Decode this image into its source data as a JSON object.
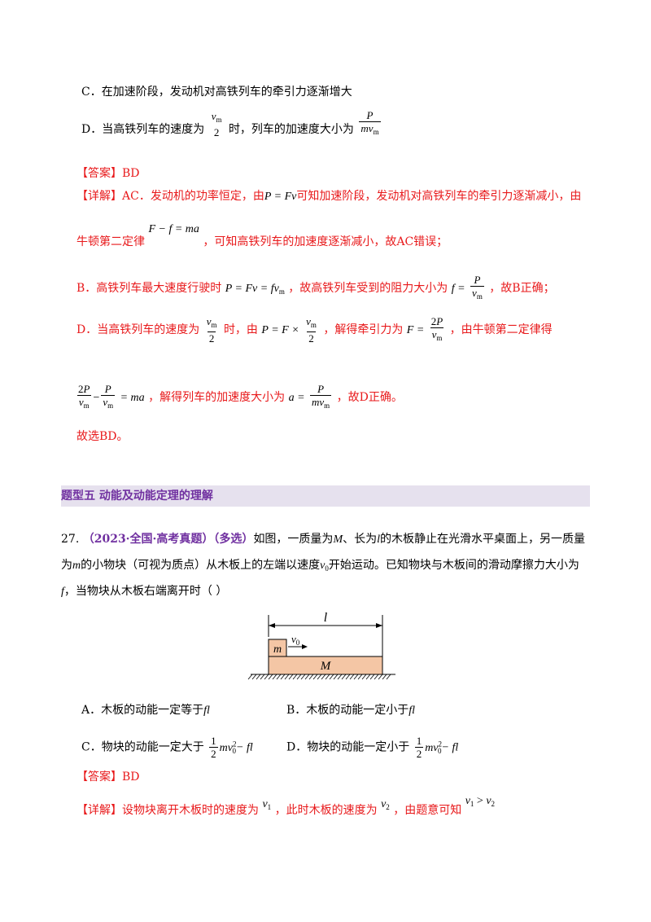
{
  "option_c": {
    "label": "C．",
    "text": "在加速阶段，发动机对高铁列车的牵引力逐渐增大"
  },
  "option_d": {
    "label": "D．",
    "text1": "当高铁列车的速度为",
    "text2": "时，列车的加速度大小为",
    "frac1_num": "v",
    "frac1_num_sub": "m",
    "frac1_den": "2",
    "frac2_num": "P",
    "frac2_den": "mv",
    "frac2_den_sub": "m"
  },
  "answer1": "【答案】BD",
  "detail1": {
    "prefix": "【详解】AC．发动机的功率恒定，由",
    "eq": "P = Fv",
    "suffix": "可知加速阶段，发动机对高铁列车的牵引力逐渐减小，由"
  },
  "detail2": {
    "prefix": "牛顿第二定律",
    "eq": "F − f = ma",
    "suffix": "，可知高铁列车的加速度逐渐减小，故AC错误；"
  },
  "detail3": {
    "prefix": "B．高铁列车最大速度行驶时",
    "eq": "P = Fv = fv",
    "eq_sub": "m",
    "mid": "，故高铁列车受到的阻力大小为",
    "eq2": "f =",
    "suffix": "，故B正确；"
  },
  "detail4": {
    "prefix": "D．当高铁列车的速度为",
    "mid1": "时，由",
    "eq": "P = F ×",
    "mid2": "，解得牵引力为",
    "eq2": "F =",
    "suffix": "，由牛顿第二定律得"
  },
  "detail5": {
    "eq_tail": "= ma",
    "mid": "，解得列车的加速度大小为",
    "eq2": "a =",
    "suffix": "，故D正确。"
  },
  "conclusion": "故选BD。",
  "section": {
    "title": "题型五  动能及动能定理的理解"
  },
  "question": {
    "number": "27.",
    "source": "（2023·全国·高考真题）（多选）",
    "line1_a": "如图，一质量为",
    "line1_b": "、长为",
    "line1_c": "的木板静止在光滑水平桌面上，另一质量",
    "line2_a": "为",
    "line2_b": "的小物块（可视为质点）从木板上的左端以速度",
    "line2_c": "开始运动。已知物块与木板间的滑动摩擦力大小为",
    "line3_b": "，当物块从木板右端离开时（    ）",
    "sym_M": "M",
    "sym_l": "l",
    "sym_m": "m",
    "sym_v0": "v",
    "sym_v0_sub": "0",
    "sym_f": "f"
  },
  "diagram": {
    "label_l": "l",
    "label_m": "m",
    "label_v0": "v",
    "label_v0_sub": "0",
    "label_M": "M"
  },
  "choices": {
    "a": {
      "label": "A．",
      "text": "木板的动能一定等于",
      "expr": "fl"
    },
    "b": {
      "label": "B．",
      "text": "木板的动能一定小于",
      "expr": "fl"
    },
    "c": {
      "label": "C．",
      "text": "物块的动能一定大于",
      "expr": "mv"
    },
    "d": {
      "label": "D．",
      "text": "物块的动能一定小于",
      "expr": "mv"
    },
    "expr_tail": "− fl"
  },
  "answer2": "【答案】BD",
  "detail6": {
    "prefix": "【详解】设物块离开木板时的速度为",
    "v1": "v",
    "v1_sub": "1",
    "mid": "，此时木板的速度为",
    "v2": "v",
    "v2_sub": "2",
    "suffix": "，由题意可知",
    "rel": ">"
  },
  "colors": {
    "answer_red": "#e8191b",
    "purple": "#7030a0",
    "section_bg": "#e6e1ee",
    "board": "#f4c6a5"
  }
}
